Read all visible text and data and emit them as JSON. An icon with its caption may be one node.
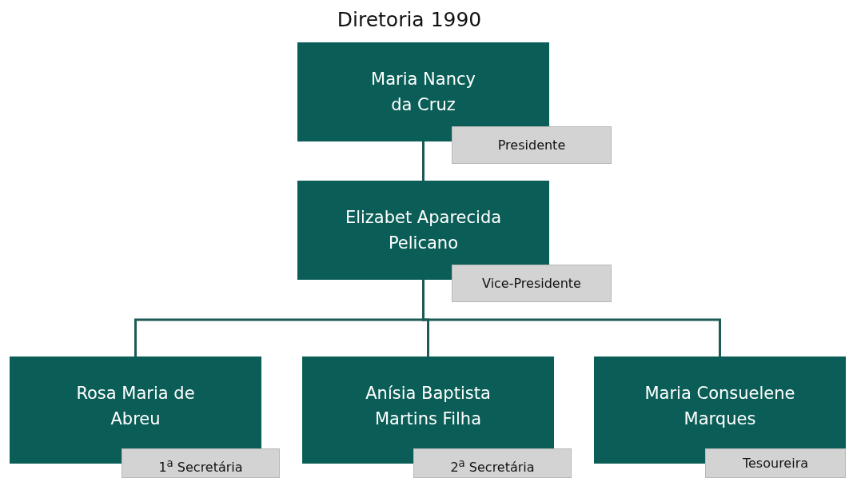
{
  "diagram": {
    "title": "Diretoria 1990",
    "nodes": [
      {
        "text": [
          "Maria Nancy da Cruz",
          "Presidente"
        ]
      },
      {
        "text": [
          "Elizabet Aparecida Pelicano",
          "Vice-Presidente"
        ]
      },
      {
        "text": [
          "Rosa Maria de Abreu",
          "1$^{a}$ Secretária"
        ]
      },
      {
        "text": [
          "Anísia Baptista Martins Filha",
          "2$^{a}$ Secretária"
        ]
      },
      {
        "text": [
          "Maria Consuelene Marques",
          "Tesoureira"
        ]
      }
    ],
    "edges": [
      {
        "from": 0,
        "to": 1,
        "arrow": "none"
      },
      {
        "from": 1,
        "to": 2,
        "arrow": "none"
      },
      {
        "from": 1,
        "to": 3,
        "arrow": "none"
      },
      {
        "from": 1,
        "to": 4,
        "arrow": "none"
      }
    ]
  }
}
